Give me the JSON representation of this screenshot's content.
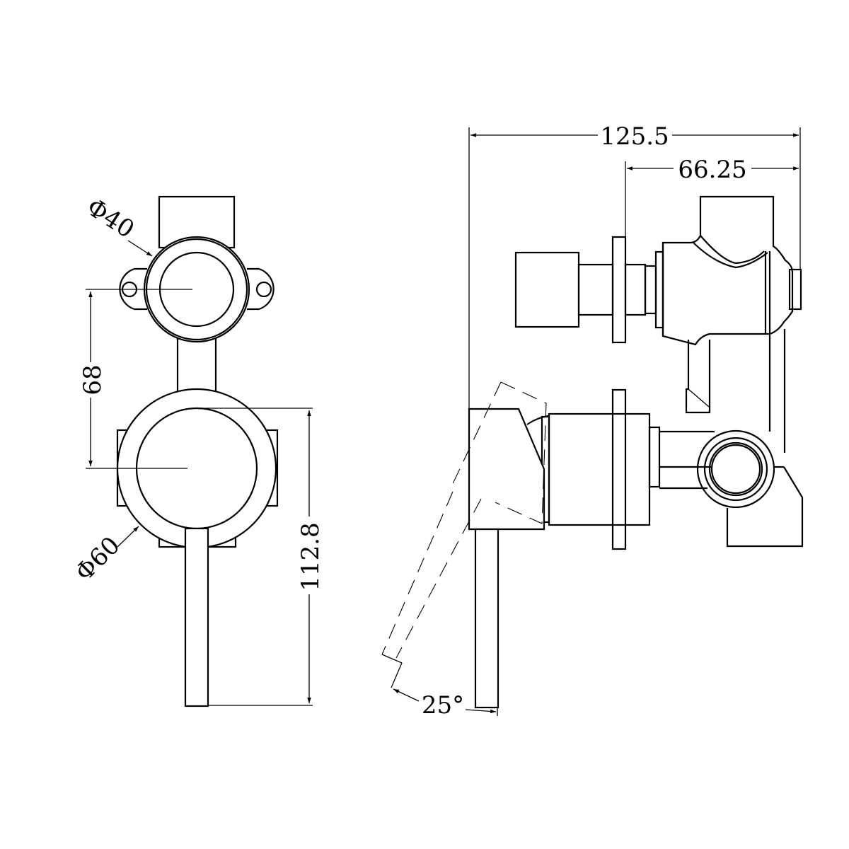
{
  "drawing": {
    "front_view": {
      "top_outlet_diameter": "Φ40",
      "handle_plate_diameter": "Φ60",
      "center_distance": "68",
      "overall_height": "112.8"
    },
    "side_view": {
      "overall_depth": "125.5",
      "body_depth": "66.25",
      "lever_angle": "25°"
    },
    "colors": {
      "line": "#000000",
      "background": "#ffffff"
    }
  }
}
